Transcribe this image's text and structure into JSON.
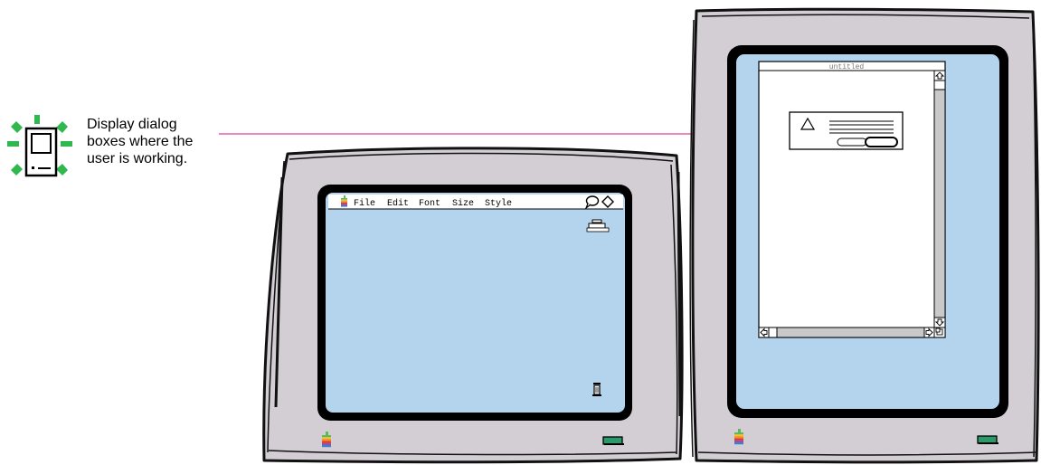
{
  "callout": {
    "lines": [
      "Display dialog",
      "boxes where the",
      "user is working."
    ]
  },
  "left_monitor": {
    "menu_bar": {
      "items": [
        "File",
        "Edit",
        "Font",
        "Size",
        "Style"
      ],
      "icons": [
        "apple-icon",
        "balloon-help-icon",
        "application-menu-icon"
      ]
    },
    "desktop_icons": [
      "hard-disk-icon",
      "trash-icon"
    ],
    "bezel_icons": [
      "apple-logo-icon",
      "power-led-icon"
    ]
  },
  "right_monitor": {
    "window": {
      "title": "untitled"
    },
    "dialog_icons": [
      "caution-icon"
    ],
    "bezel_icons": [
      "apple-logo-icon",
      "power-led-icon"
    ]
  },
  "colors": {
    "bezel": "#d3ced4",
    "screen": "#b4d4ee",
    "callout_line": "#e0409a",
    "indicator_green": "#2fb84e",
    "led": "#2a9a6a"
  }
}
